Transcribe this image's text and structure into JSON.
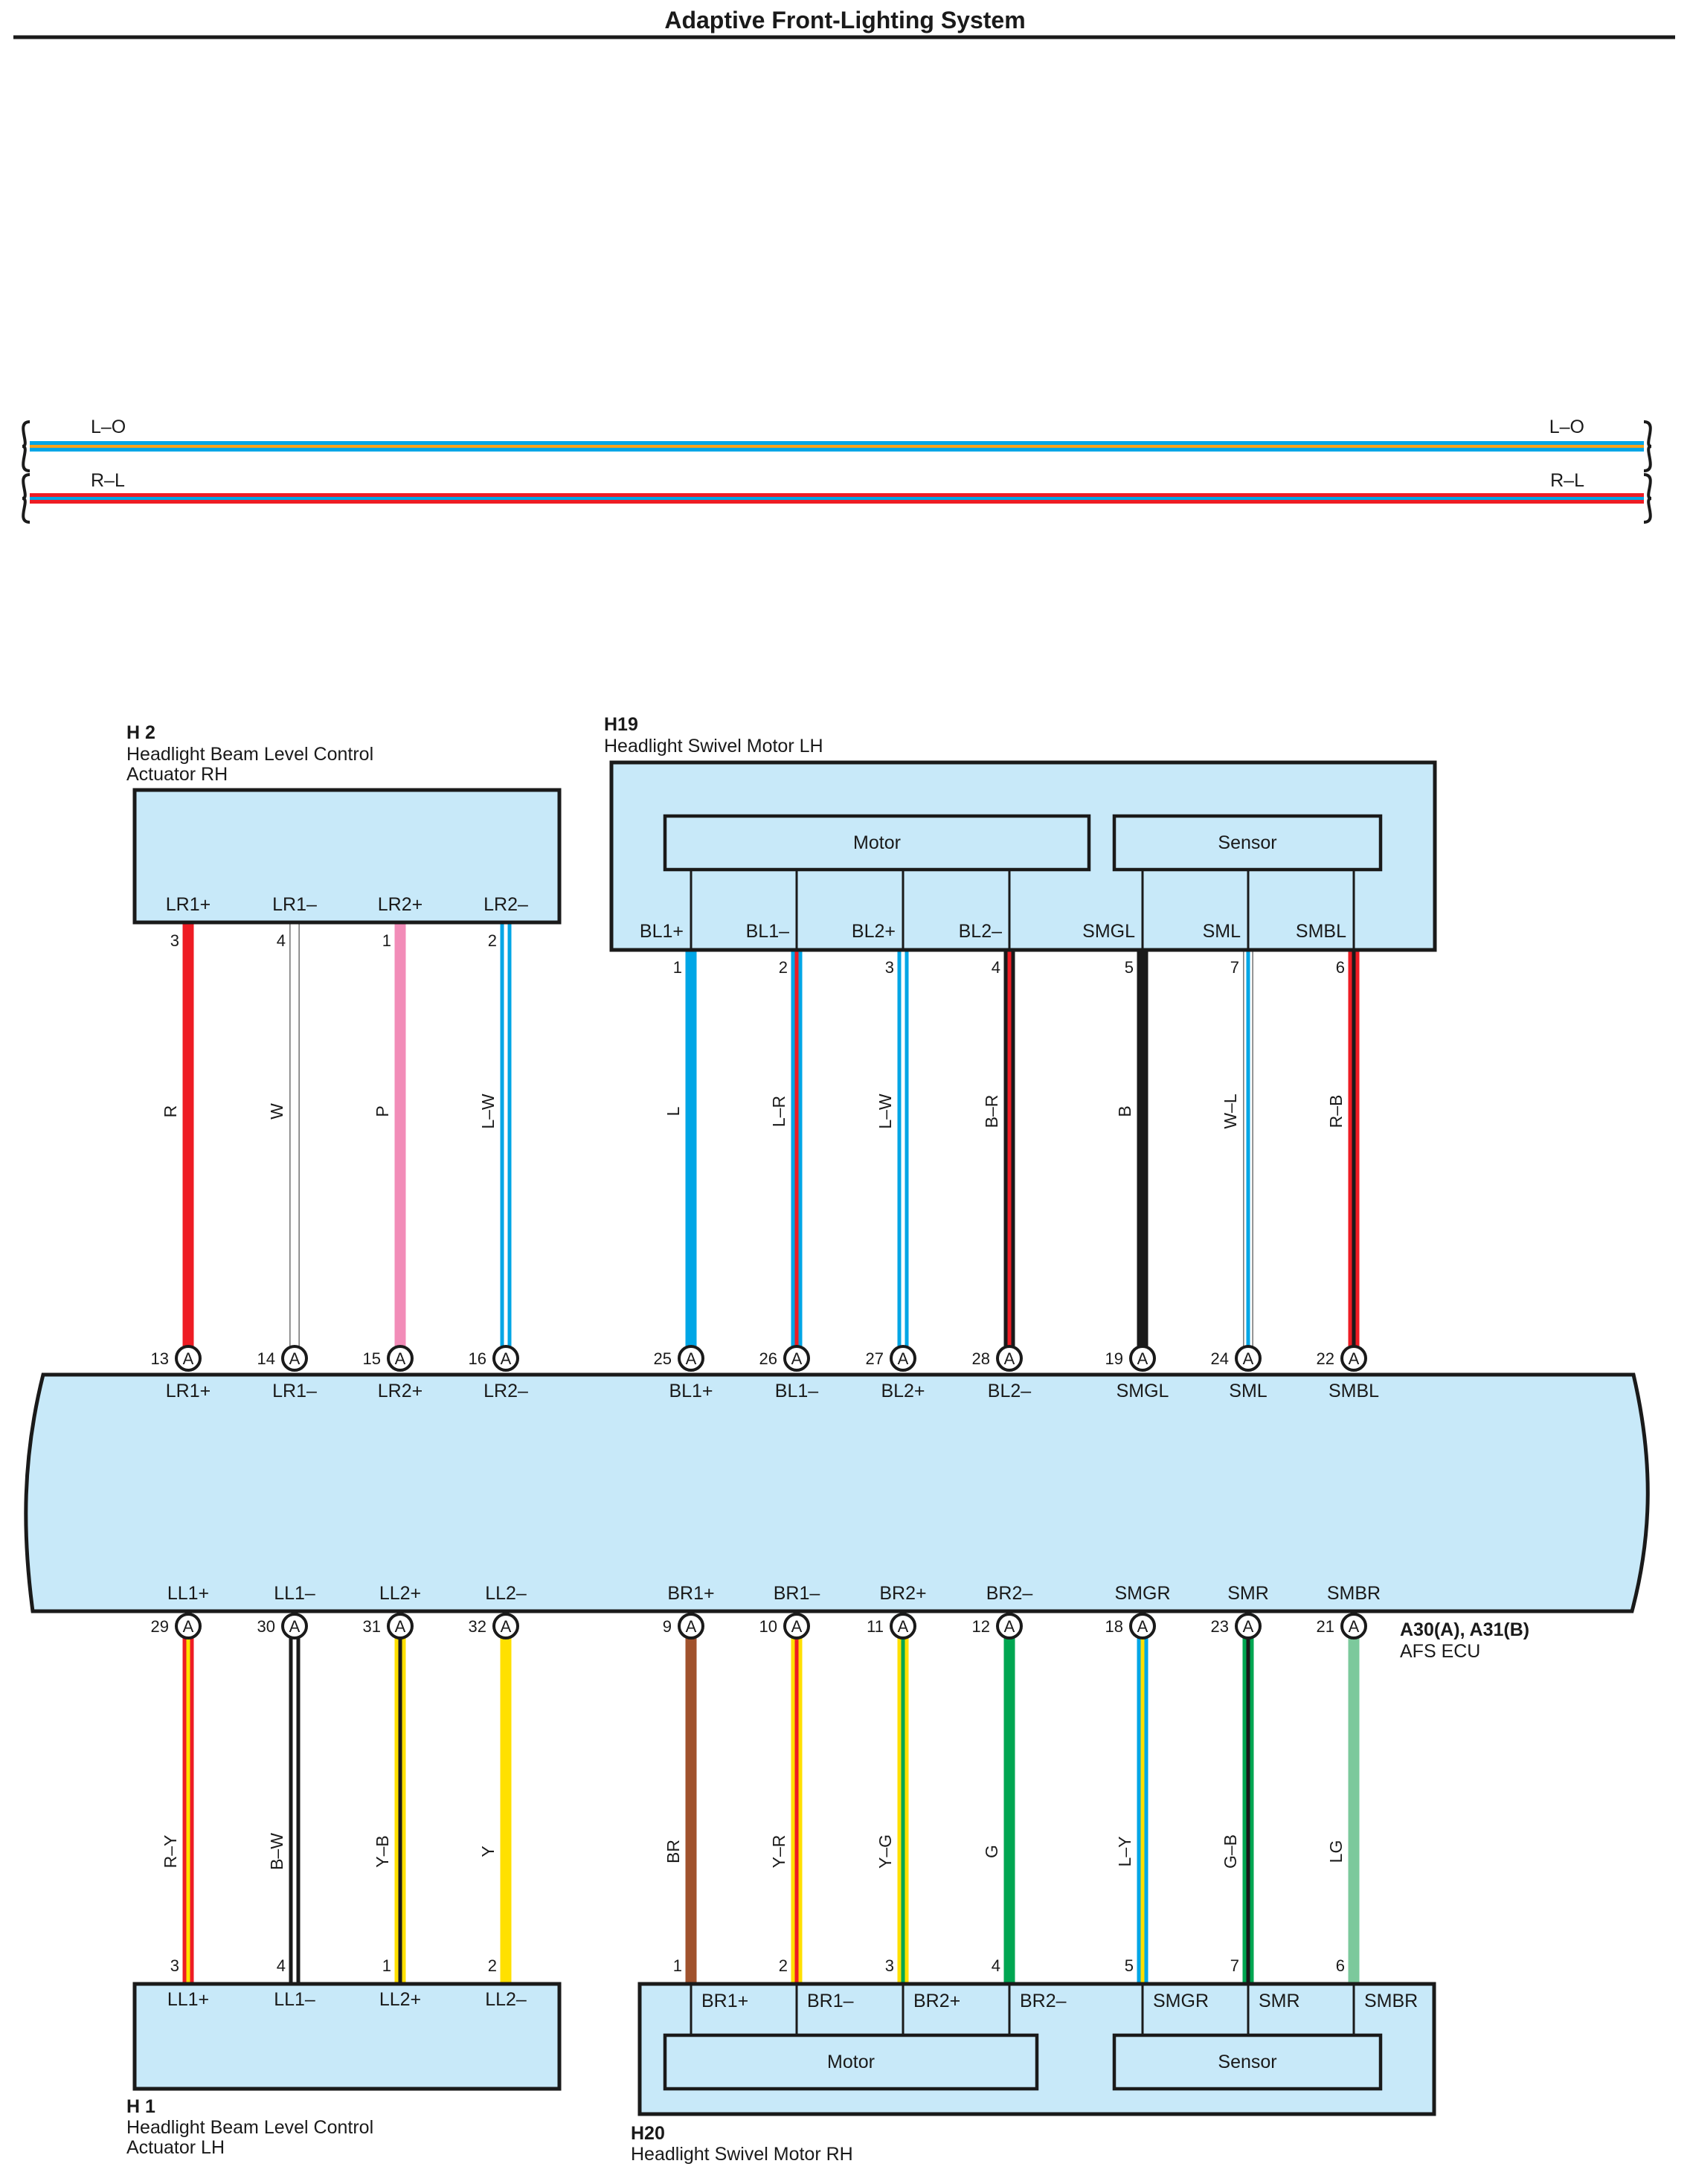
{
  "title": "Adaptive Front-Lighting System",
  "colors": {
    "R": "#ee1c24",
    "W": "#ffffff",
    "P": "#f28cb8",
    "L": "#00a6e6",
    "B": "#1a1a1a",
    "Y": "#ffe000",
    "BR": "#a0522d",
    "G": "#00a651",
    "LG": "#7cc99c",
    "O": "#f7a21b",
    "box_fill": "#c8e9f9"
  },
  "bus_wires": [
    {
      "code": "L–O",
      "label_left": "L–O",
      "label_right": "L–O",
      "main": "L",
      "stripe": "O"
    },
    {
      "code": "R–L",
      "label_left": "R–L",
      "label_right": "R–L",
      "main": "R",
      "stripe": "L"
    }
  ],
  "ecu": {
    "connector": "A30(A), A31(B)",
    "name": "AFS ECU",
    "top_terminals": [
      {
        "pin": "13",
        "conn": "A",
        "name": "LR1+"
      },
      {
        "pin": "14",
        "conn": "A",
        "name": "LR1–"
      },
      {
        "pin": "15",
        "conn": "A",
        "name": "LR2+"
      },
      {
        "pin": "16",
        "conn": "A",
        "name": "LR2–"
      },
      {
        "pin": "25",
        "conn": "A",
        "name": "BL1+"
      },
      {
        "pin": "26",
        "conn": "A",
        "name": "BL1–"
      },
      {
        "pin": "27",
        "conn": "A",
        "name": "BL2+"
      },
      {
        "pin": "28",
        "conn": "A",
        "name": "BL2–"
      },
      {
        "pin": "19",
        "conn": "A",
        "name": "SMGL"
      },
      {
        "pin": "24",
        "conn": "A",
        "name": "SML"
      },
      {
        "pin": "22",
        "conn": "A",
        "name": "SMBL"
      }
    ],
    "bottom_terminals": [
      {
        "pin": "29",
        "conn": "A",
        "name": "LL1+"
      },
      {
        "pin": "30",
        "conn": "A",
        "name": "LL1–"
      },
      {
        "pin": "31",
        "conn": "A",
        "name": "LL2+"
      },
      {
        "pin": "32",
        "conn": "A",
        "name": "LL2–"
      },
      {
        "pin": "9",
        "conn": "A",
        "name": "BR1+"
      },
      {
        "pin": "10",
        "conn": "A",
        "name": "BR1–"
      },
      {
        "pin": "11",
        "conn": "A",
        "name": "BR2+"
      },
      {
        "pin": "12",
        "conn": "A",
        "name": "BR2–"
      },
      {
        "pin": "18",
        "conn": "A",
        "name": "SMGR"
      },
      {
        "pin": "23",
        "conn": "A",
        "name": "SMR"
      },
      {
        "pin": "21",
        "conn": "A",
        "name": "SMBR"
      }
    ]
  },
  "components": {
    "h2": {
      "code": "H 2",
      "name_line1": "Headlight Beam Level Control",
      "name_line2": "Actuator RH",
      "terminals": [
        {
          "name": "LR1+",
          "pin": "3"
        },
        {
          "name": "LR1–",
          "pin": "4"
        },
        {
          "name": "LR2+",
          "pin": "1"
        },
        {
          "name": "LR2–",
          "pin": "2"
        }
      ]
    },
    "h19": {
      "code": "H19",
      "name": "Headlight Swivel Motor LH",
      "motor_label": "Motor",
      "sensor_label": "Sensor",
      "terminals": [
        {
          "name": "BL1+",
          "pin": "1"
        },
        {
          "name": "BL1–",
          "pin": "2"
        },
        {
          "name": "BL2+",
          "pin": "3"
        },
        {
          "name": "BL2–",
          "pin": "4"
        },
        {
          "name": "SMGL",
          "pin": "5"
        },
        {
          "name": "SML",
          "pin": "7"
        },
        {
          "name": "SMBL",
          "pin": "6"
        }
      ]
    },
    "h1": {
      "code": "H 1",
      "name_line1": "Headlight Beam Level Control",
      "name_line2": "Actuator LH",
      "terminals": [
        {
          "name": "LL1+",
          "pin": "3"
        },
        {
          "name": "LL1–",
          "pin": "4"
        },
        {
          "name": "LL2+",
          "pin": "1"
        },
        {
          "name": "LL2–",
          "pin": "2"
        }
      ]
    },
    "h20": {
      "code": "H20",
      "name": "Headlight Swivel Motor RH",
      "motor_label": "Motor",
      "sensor_label": "Sensor",
      "terminals": [
        {
          "name": "BR1+",
          "pin": "1"
        },
        {
          "name": "BR1–",
          "pin": "2"
        },
        {
          "name": "BR2+",
          "pin": "3"
        },
        {
          "name": "BR2–",
          "pin": "4"
        },
        {
          "name": "SMGR",
          "pin": "5"
        },
        {
          "name": "SMR",
          "pin": "7"
        },
        {
          "name": "SMBR",
          "pin": "6"
        }
      ]
    }
  },
  "wires_top": [
    {
      "code": "R",
      "main": "R"
    },
    {
      "code": "W",
      "main": "W"
    },
    {
      "code": "P",
      "main": "P"
    },
    {
      "code": "L–W",
      "main": "L",
      "stripe": "W"
    },
    {
      "code": "L",
      "main": "L"
    },
    {
      "code": "L–R",
      "main": "L",
      "stripe": "R"
    },
    {
      "code": "L–W",
      "main": "L",
      "stripe": "W"
    },
    {
      "code": "B–R",
      "main": "B",
      "stripe": "R"
    },
    {
      "code": "B",
      "main": "B"
    },
    {
      "code": "W–L",
      "main": "W",
      "stripe": "L"
    },
    {
      "code": "R–B",
      "main": "R",
      "stripe": "B"
    }
  ],
  "wires_bottom": [
    {
      "code": "R–Y",
      "main": "R",
      "stripe": "Y"
    },
    {
      "code": "B–W",
      "main": "B",
      "stripe": "W"
    },
    {
      "code": "Y–B",
      "main": "Y",
      "stripe": "B"
    },
    {
      "code": "Y",
      "main": "Y"
    },
    {
      "code": "BR",
      "main": "BR"
    },
    {
      "code": "Y–R",
      "main": "Y",
      "stripe": "R"
    },
    {
      "code": "Y–G",
      "main": "Y",
      "stripe": "G"
    },
    {
      "code": "G",
      "main": "G"
    },
    {
      "code": "L–Y",
      "main": "L",
      "stripe": "Y"
    },
    {
      "code": "G–B",
      "main": "G",
      "stripe": "B"
    },
    {
      "code": "LG",
      "main": "LG"
    }
  ]
}
